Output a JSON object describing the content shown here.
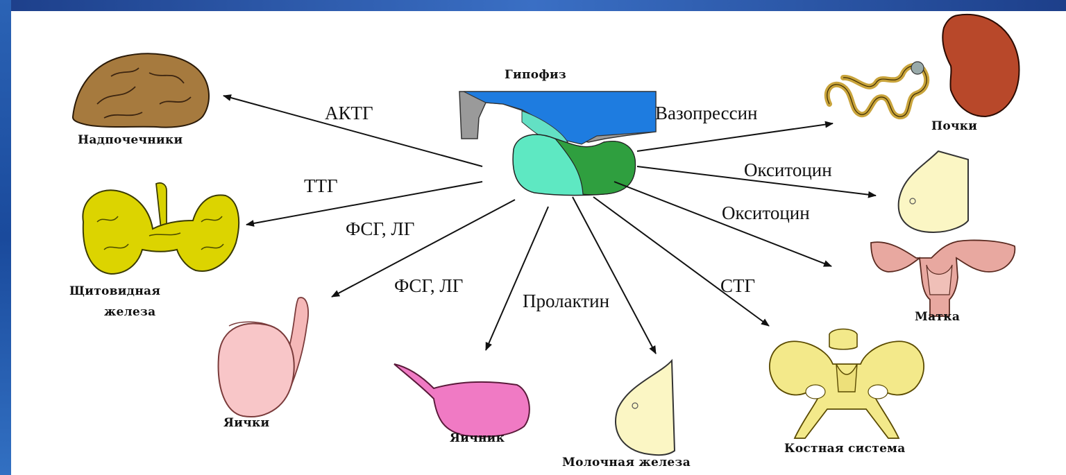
{
  "center": {
    "label": "Гипофиз"
  },
  "hormones": {
    "actg": "АКТГ",
    "ttg": "ТТГ",
    "fsg_lg_1": "ФСГ, ЛГ",
    "fsg_lg_2": "ФСГ, ЛГ",
    "prolactin": "Пролактин",
    "stg": "СТГ",
    "vasopressin": "Вазопрессин",
    "oxytocin_1": "Окситоцин",
    "oxytocin_2": "Окситоцин"
  },
  "organs": {
    "adrenals": "Надпочечники",
    "thyroid_line1": "Щитовидная",
    "thyroid_line2": "железа",
    "testes": "Яички",
    "ovary": "Яичник",
    "mammary": "Молочная железа",
    "bones": "Костная система",
    "uterus": "Матка",
    "kidneys": "Почки"
  }
}
